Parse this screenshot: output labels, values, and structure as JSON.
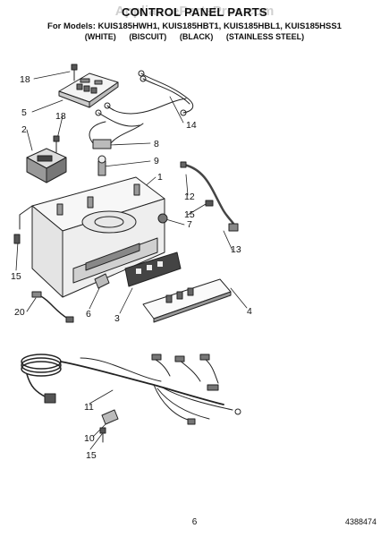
{
  "watermark": "AppliancePartsPros.com",
  "header": {
    "title": "CONTROL PANEL PARTS",
    "models_line": "For Models: KUIS185HWH1, KUIS185HBT1, KUIS185HBL1, KUIS185HSS1",
    "colors": [
      "(WHITE)",
      "(BISCUIT)",
      "(BLACK)",
      "(STAINLESS STEEL)"
    ]
  },
  "callouts": [
    "18",
    "5",
    "18",
    "2",
    "14",
    "8",
    "9",
    "1",
    "12",
    "15",
    "13",
    "7",
    "15",
    "4",
    "20",
    "6",
    "3",
    "11",
    "10",
    "15"
  ],
  "footer": {
    "page": "6",
    "doc_number": "4388474"
  }
}
